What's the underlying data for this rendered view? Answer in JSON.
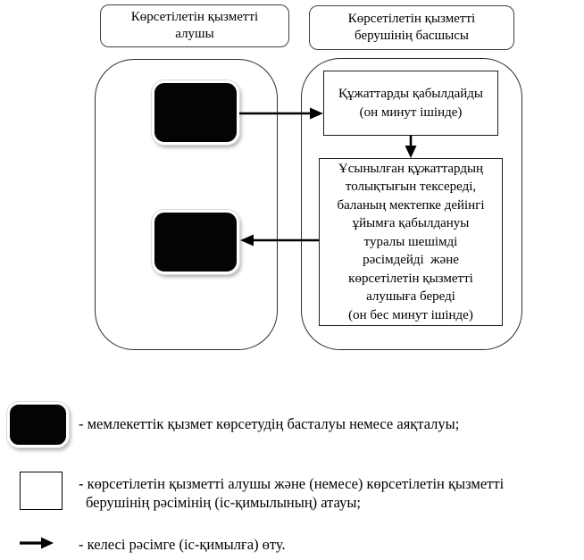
{
  "diagram": {
    "headers": {
      "recipient": "Көрсетілетін қызметті\nалушы",
      "provider": "Көрсетілетін қызметті\nберушінің басшысы"
    },
    "steps": {
      "step1": "Құжаттарды қабылдайды\n(он минут ішінде)",
      "step2": "Ұсынылған құжаттардың\nтолықтығын тексереді,\nбаланың мектепке дейінгі\nұйымға қабылдануы\nтуралы шешімді\nрәсімдейді  және\nкөрсетілетін қызметті\nалушыға береді\n(он бес минут ішінде)"
    },
    "nodes": {
      "start": "start-or-end-marker",
      "end": "start-or-end-marker"
    }
  },
  "legend": {
    "items": [
      {
        "symbol": "black-rounded-box",
        "label": "- мемлекеттік қызмет көрсетудің басталуы немесе аяқталуы;"
      },
      {
        "symbol": "white-rectangle",
        "label": "- көрсетілетін қызметті алушы және (немесе) көрсетілетін қызметті\nберушінің рәсімінің (іс-қимылының) атауы;"
      },
      {
        "symbol": "right-arrow",
        "label": "- келесі рәсімге (іс-қимылға) өту."
      }
    ]
  },
  "colors": {
    "background": "#ffffff",
    "node_fill": "#000000",
    "line": "#000000"
  }
}
